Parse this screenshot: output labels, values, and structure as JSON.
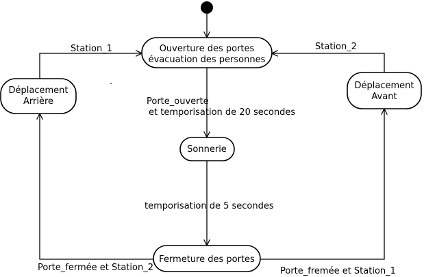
{
  "diagram": {
    "nodes": {
      "ouverture": {
        "lines": [
          "Ouverture des portes",
          "évacuation des personnes"
        ]
      },
      "sonnerie": {
        "lines": [
          "Sonnerie"
        ]
      },
      "fermeture": {
        "lines": [
          "Fermeture des portes"
        ]
      },
      "arriere": {
        "lines": [
          "Déplacement",
          "Arrière"
        ]
      },
      "avant": {
        "lines": [
          "Déplacement",
          "Avant"
        ]
      }
    },
    "edges": {
      "arriere_to_ouverture": "Station_1",
      "avant_to_ouverture": "Station_2",
      "ouverture_to_sonnerie": [
        "Porte_ouverte",
        "et temporisation de 20 secondes"
      ],
      "sonnerie_to_fermeture": "temporisation de 5 secondes",
      "fermeture_to_arriere": "Porte_fermée et Station_2",
      "fermeture_to_avant": "Porte_fremée et Station_1"
    }
  }
}
